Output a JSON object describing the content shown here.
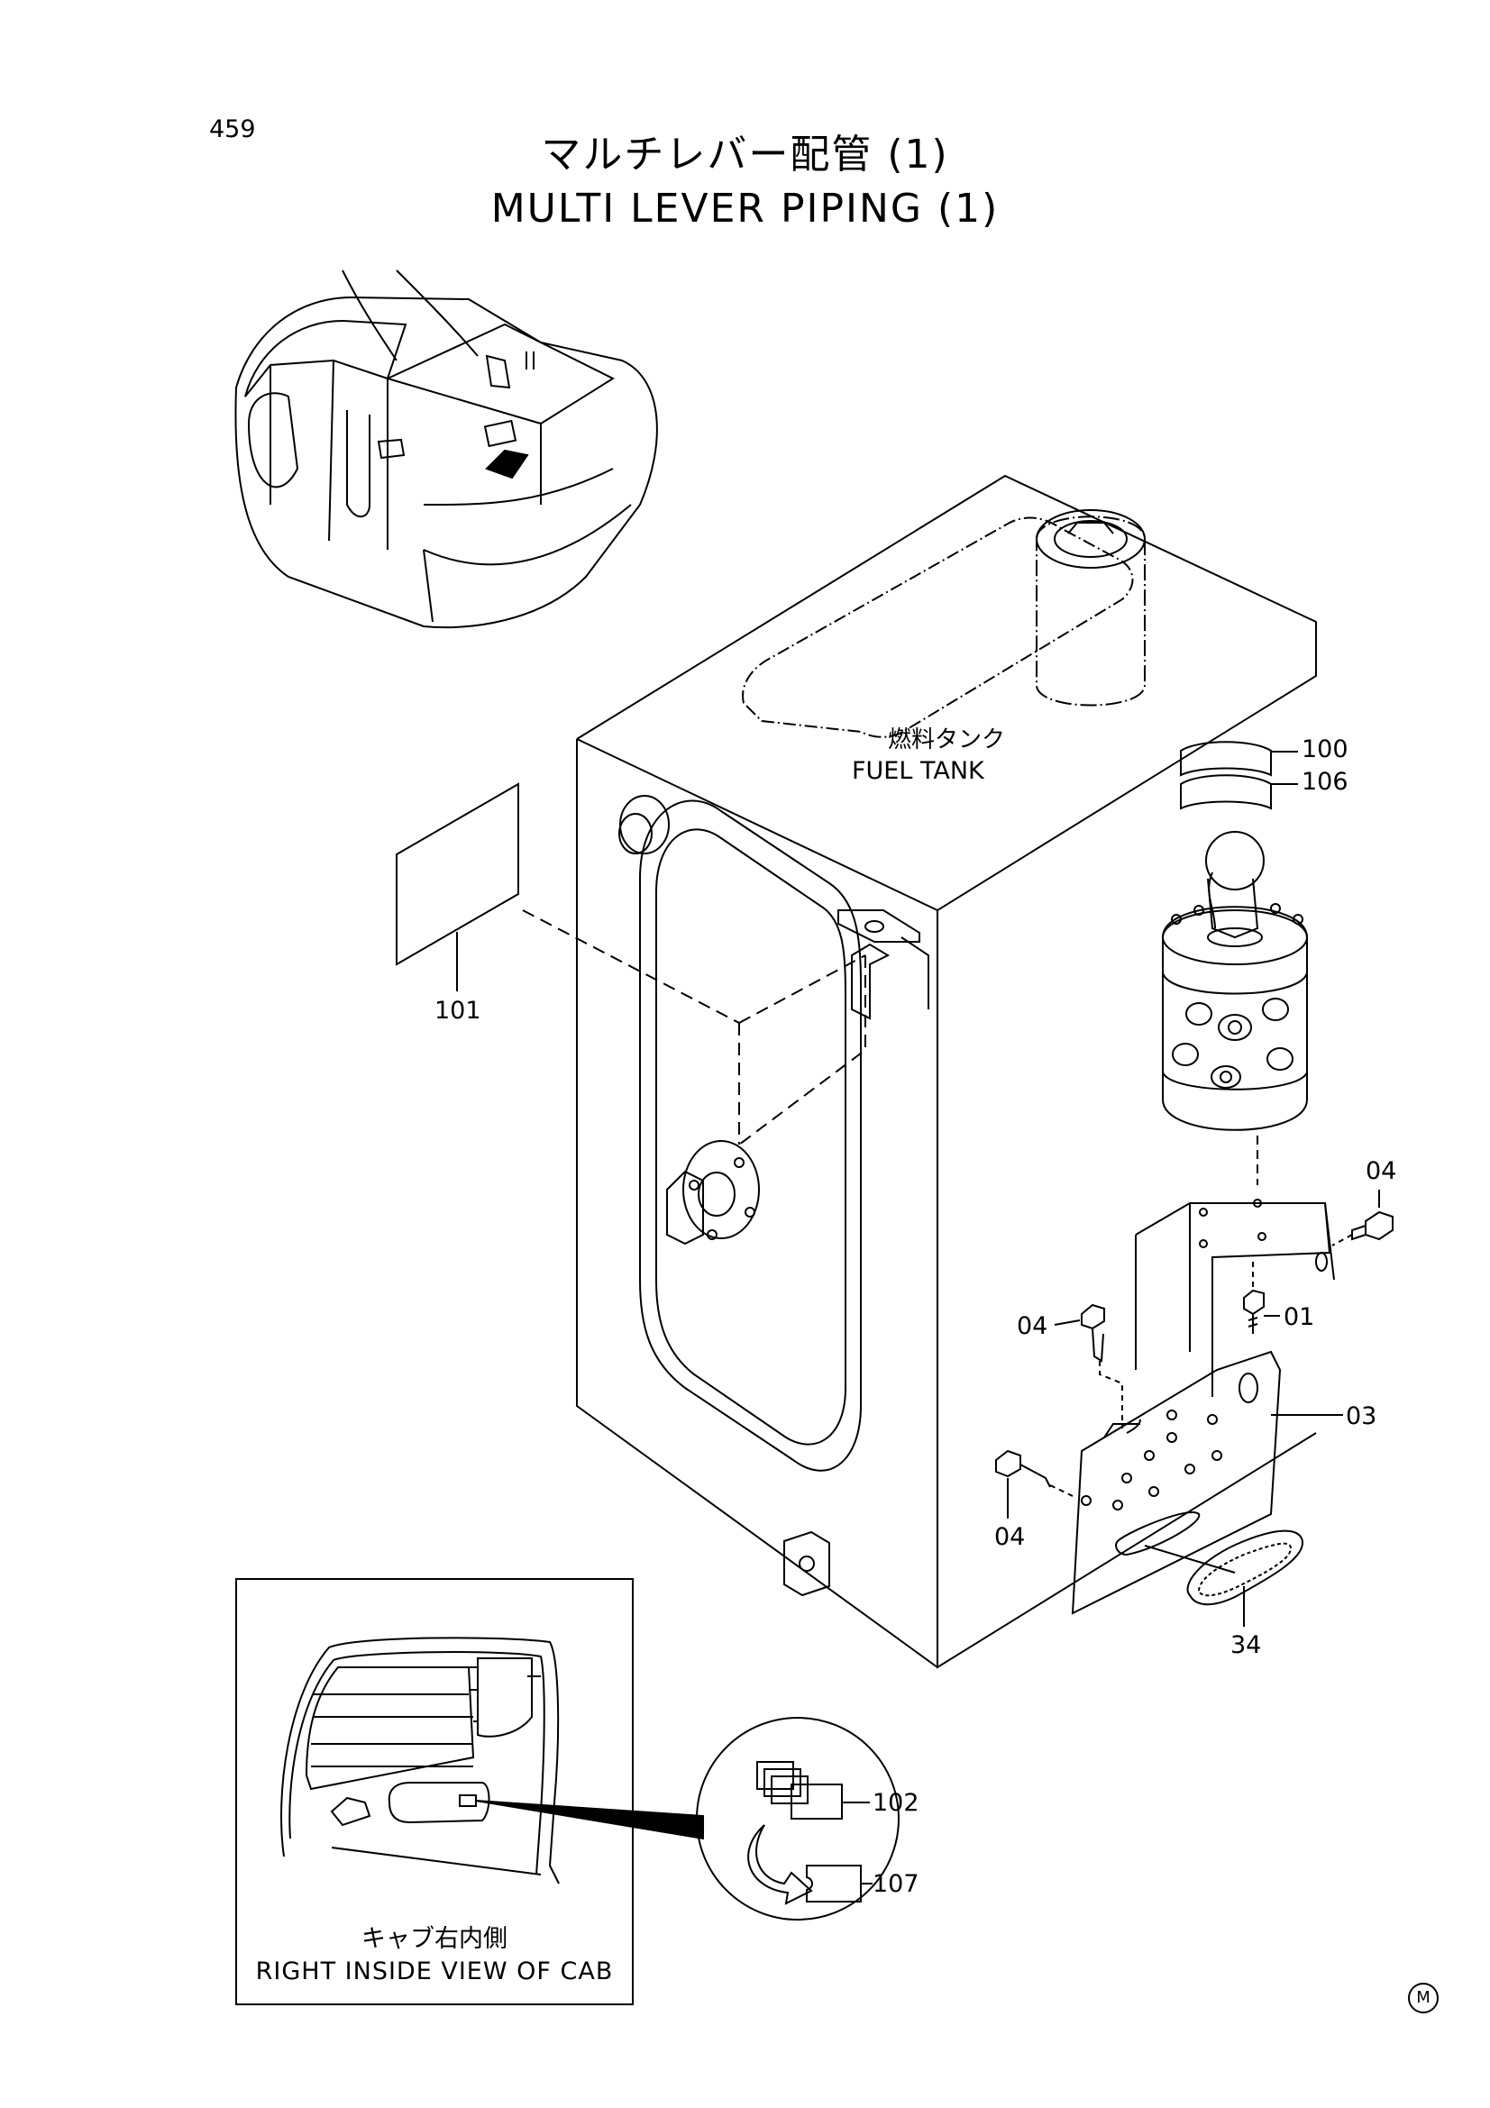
{
  "page_number": "459",
  "title": {
    "japanese": "マルチレバー配管 (1)",
    "english": "MULTI LEVER PIPING (1)"
  },
  "component_label": {
    "japanese": "燃料タンク",
    "english": "FUEL TANK"
  },
  "inset": {
    "japanese": "キャブ右内側",
    "english": "RIGHT INSIDE VIEW OF CAB"
  },
  "part_callouts": {
    "p100": "100",
    "p106": "106",
    "p101": "101",
    "p04_top": "04",
    "p01": "01",
    "p04_left": "04",
    "p03": "03",
    "p04_bottom": "04",
    "p34": "34",
    "p102": "102",
    "p107": "107"
  },
  "corner_mark": "M"
}
